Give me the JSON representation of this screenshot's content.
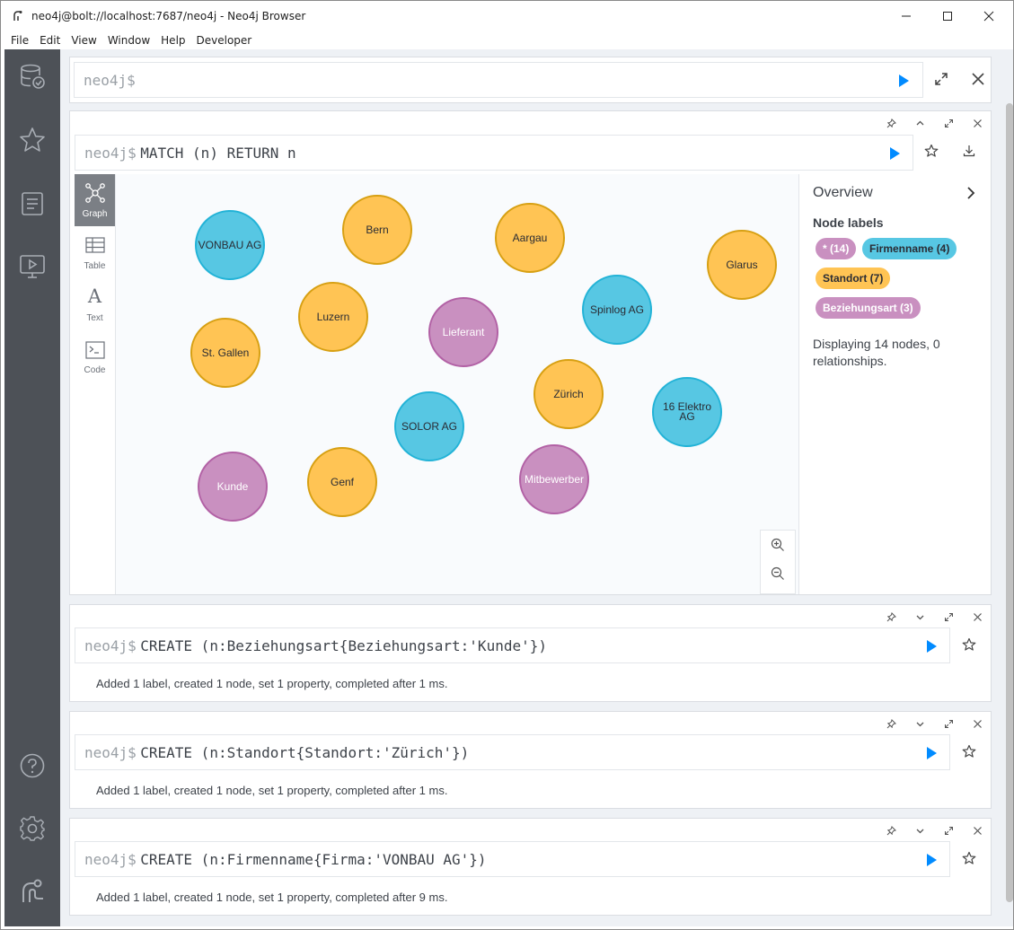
{
  "window": {
    "title": "neo4j@bolt://localhost:7687/neo4j - Neo4j Browser",
    "minimize": "—",
    "maximize": "☐",
    "close": "✕"
  },
  "menu": [
    "File",
    "Edit",
    "View",
    "Window",
    "Help",
    "Developer"
  ],
  "editor": {
    "prompt": "neo4j$"
  },
  "graph_frame": {
    "prompt": "neo4j$",
    "query": "MATCH (n) RETURN n",
    "tabs": [
      "Graph",
      "Table",
      "Text",
      "Code"
    ],
    "nodes": [
      {
        "label": "VONBAU AG",
        "type": "firma"
      },
      {
        "label": "Bern",
        "type": "ort"
      },
      {
        "label": "Aargau",
        "type": "ort"
      },
      {
        "label": "Glarus",
        "type": "ort"
      },
      {
        "label": "Luzern",
        "type": "ort"
      },
      {
        "label": "Lieferant",
        "type": "bez"
      },
      {
        "label": "Spinlog AG",
        "type": "firma"
      },
      {
        "label": "St. Gallen",
        "type": "ort"
      },
      {
        "label": "Zürich",
        "type": "ort"
      },
      {
        "label": "16 Elektro AG",
        "type": "firma"
      },
      {
        "label": "SOLOR AG",
        "type": "firma"
      },
      {
        "label": "Kunde",
        "type": "bez"
      },
      {
        "label": "Genf",
        "type": "ort"
      },
      {
        "label": "Mitbewerber",
        "type": "bez"
      }
    ],
    "overview": {
      "title": "Overview",
      "node_labels_heading": "Node labels",
      "pills": [
        {
          "text": "* (14)",
          "color": "#c990c0",
          "text_color": "#ffffff"
        },
        {
          "text": "Firmenname (4)",
          "color": "#57c7e3",
          "text_color": "#2a2c34"
        },
        {
          "text": "Standort (7)",
          "color": "#ffc454",
          "text_color": "#2a2c34"
        },
        {
          "text": "Beziehungsart (3)",
          "color": "#c990c0",
          "text_color": "#ffffff"
        }
      ],
      "summary": "Displaying 14 nodes, 0 relationships."
    }
  },
  "frames": [
    {
      "prompt": "neo4j$",
      "query": "CREATE (n:Beziehungsart{Beziehungsart:'Kunde'})",
      "status": "Added 1 label, created 1 node, set 1 property, completed after 1 ms."
    },
    {
      "prompt": "neo4j$",
      "query": "CREATE (n:Standort{Standort:'Zürich'})",
      "status": "Added 1 label, created 1 node, set 1 property, completed after 1 ms."
    },
    {
      "prompt": "neo4j$",
      "query": "CREATE (n:Firmenname{Firma:'VONBAU AG'})",
      "status": "Added 1 label, created 1 node, set 1 property, completed after 9 ms."
    }
  ],
  "colors": {
    "accent": "#018bff",
    "sidebar": "#4d5157"
  }
}
